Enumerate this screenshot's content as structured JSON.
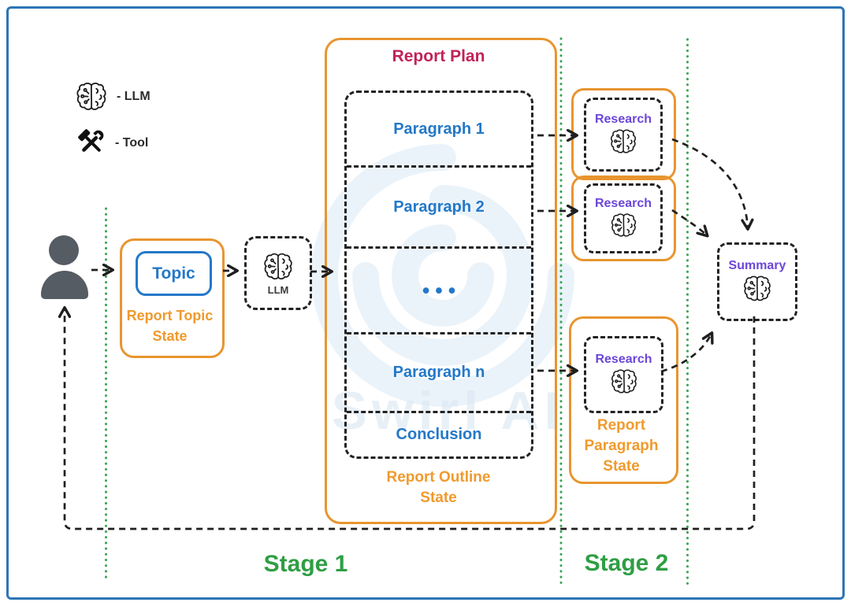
{
  "legend": {
    "llm_label": "- LLM",
    "tool_label": "- Tool"
  },
  "topic_state": {
    "topic_label": "Topic",
    "state_label": "Report Topic State"
  },
  "llm_node": {
    "label": "LLM"
  },
  "report_plan": {
    "title": "Report Plan",
    "items": [
      "Paragraph 1",
      "Paragraph 2",
      "•••",
      "Paragraph n",
      "Conclusion"
    ],
    "state_label": "Report Outline State"
  },
  "research_nodes": [
    {
      "label": "Research"
    },
    {
      "label": "Research"
    },
    {
      "label": "Research"
    }
  ],
  "paragraph_state_label": "Report Paragraph State",
  "summary_node": {
    "label": "Summary"
  },
  "stages": {
    "stage1": "Stage 1",
    "stage2": "Stage 2"
  },
  "watermark": {
    "text": "Swirl AI"
  },
  "colors": {
    "frame_blue": "#2E75B6",
    "box_orange": "#E8952F",
    "orange_text": "#F09A2D",
    "node_blue": "#2478C8",
    "plan_crimson": "#C02358",
    "research_purple": "#6B46D9",
    "stage_green": "#2F9E44",
    "line_black": "#1F1F1F",
    "person_gray": "#565C64"
  }
}
